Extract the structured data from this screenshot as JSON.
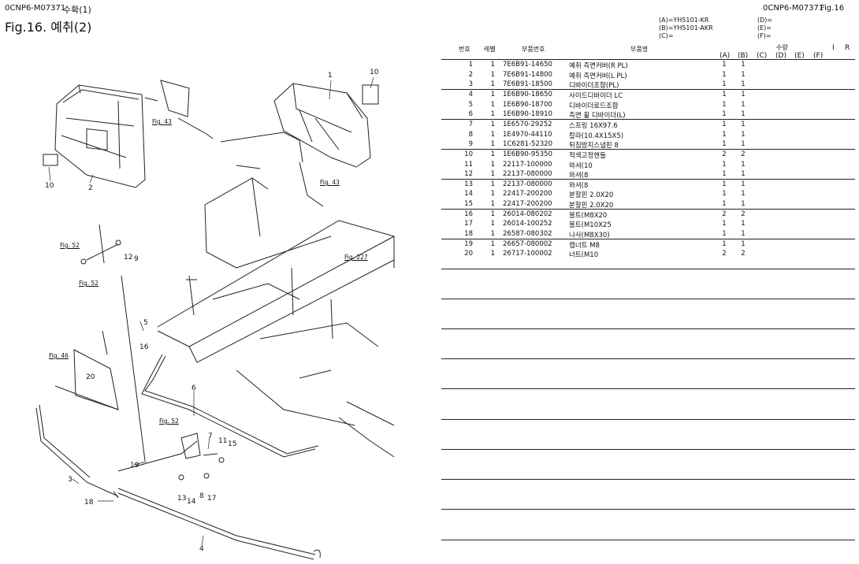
{
  "header": {
    "left_code": "0CNP6-M07371",
    "left_subtitle": "수확(1)",
    "figure_title": "Fig.16.  예취(2)",
    "right_code": "0CNP6-M07371",
    "right_fig": "Fig.16"
  },
  "legend": {
    "a": "(A)=YH5101-KR",
    "b": "(B)=YH5101-AKR",
    "c": "(C)=",
    "d": "(D)=",
    "e": "(E)=",
    "f": "(F)="
  },
  "table": {
    "headers": {
      "no": "번호",
      "level": "레벨",
      "part_no": "부품번호",
      "name": "부품명",
      "qty": "수량",
      "i": "I",
      "r": "R",
      "a": "(A)",
      "b": "(B)",
      "c": "(C)",
      "d": "(D)",
      "e": "(E)",
      "f": "(F)"
    },
    "rows": [
      {
        "no": "1",
        "level": "1",
        "part": "7E6B91-14650",
        "name": "예취 측면커버(R PL)",
        "a": "1",
        "b": "1"
      },
      {
        "no": "2",
        "level": "1",
        "part": "7E6B91-14800",
        "name": "예취 측면커버(L PL)",
        "a": "1",
        "b": "1"
      },
      {
        "no": "3",
        "level": "1",
        "part": "7E6B91-18500",
        "name": "디바이더조합(PL)",
        "a": "1",
        "b": "1"
      },
      {
        "no": "4",
        "level": "1",
        "part": "1E6B90-18650",
        "name": "사이드디바이더 LC",
        "a": "1",
        "b": "1"
      },
      {
        "no": "5",
        "level": "1",
        "part": "1E6B90-18700",
        "name": "디바이더로드조합",
        "a": "1",
        "b": "1"
      },
      {
        "no": "6",
        "level": "1",
        "part": "1E6B90-18910",
        "name": "측면 휠 디바이더(L)",
        "a": "1",
        "b": "1"
      },
      {
        "no": "7",
        "level": "1",
        "part": "1E6570-29252",
        "name": "스프링 16X97.6",
        "a": "1",
        "b": "1"
      },
      {
        "no": "8",
        "level": "1",
        "part": "1E4970-44110",
        "name": "칼라(10.4X15X5)",
        "a": "1",
        "b": "1"
      },
      {
        "no": "9",
        "level": "1",
        "part": "1C6281-52320",
        "name": "튀짐방지스냅핀 8",
        "a": "1",
        "b": "1"
      },
      {
        "no": "10",
        "level": "1",
        "part": "1E6B90-95350",
        "name": "적색고정핸들",
        "a": "2",
        "b": "2"
      },
      {
        "no": "11",
        "level": "1",
        "part": "22117-100000",
        "name": "와셔(10",
        "a": "1",
        "b": "1"
      },
      {
        "no": "12",
        "level": "1",
        "part": "22137-080000",
        "name": "와셔(8",
        "a": "1",
        "b": "1"
      },
      {
        "no": "13",
        "level": "1",
        "part": "22137-080000",
        "name": "와셔(8",
        "a": "1",
        "b": "1"
      },
      {
        "no": "14",
        "level": "1",
        "part": "22417-200200",
        "name": "분할핀 2.0X20",
        "a": "1",
        "b": "1"
      },
      {
        "no": "15",
        "level": "1",
        "part": "22417-200200",
        "name": "분할핀 2.0X20",
        "a": "1",
        "b": "1"
      },
      {
        "no": "16",
        "level": "1",
        "part": "26014-080202",
        "name": "볼트(M8X20",
        "a": "2",
        "b": "2"
      },
      {
        "no": "17",
        "level": "1",
        "part": "26014-100252",
        "name": "볼트(M10X25",
        "a": "1",
        "b": "1"
      },
      {
        "no": "18",
        "level": "1",
        "part": "26587-080302",
        "name": "나사(M8X30)",
        "a": "1",
        "b": "1"
      },
      {
        "no": "19",
        "level": "1",
        "part": "26657-080002",
        "name": "캡너트 M8",
        "a": "1",
        "b": "1"
      },
      {
        "no": "20",
        "level": "1",
        "part": "26717-100002",
        "name": "너트(M10",
        "a": "2",
        "b": "2"
      }
    ]
  },
  "diagram": {
    "callouts": [
      "1",
      "2",
      "3",
      "4",
      "5",
      "6",
      "7",
      "8",
      "9",
      "10",
      "10",
      "11",
      "12",
      "13",
      "14",
      "15",
      "16",
      "17",
      "18",
      "19",
      "20"
    ],
    "fig_refs": [
      "Fig. 43",
      "Fig. 43",
      "Fig. 52",
      "Fig. 52",
      "Fig. 52",
      "Fig. 227",
      "Fig. 46"
    ]
  }
}
